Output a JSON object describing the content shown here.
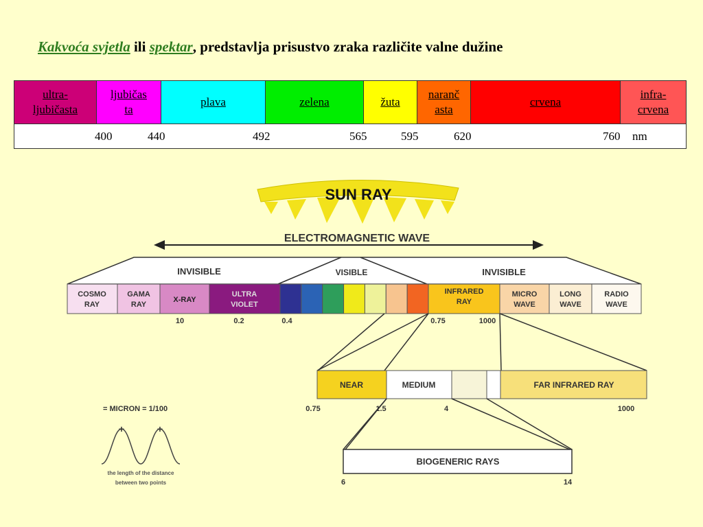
{
  "title": {
    "kw1": "Kakvoća svjetla",
    "mid1": " ili ",
    "kw2": "spektar",
    "rest": ", predstavlja prisustvo zraka različite valne dužine"
  },
  "spectrum_table": {
    "cells": [
      {
        "line1": "ultra-",
        "line2": "ljubičasta",
        "color": "#cc0077",
        "text_color": "#000000"
      },
      {
        "line1": "ljubičas",
        "line2": "ta",
        "color": "#ff00ff",
        "text_color": "#000000"
      },
      {
        "line1": "plava",
        "line2": "",
        "color": "#00ffff",
        "text_color": "#000000"
      },
      {
        "line1": "zelena",
        "line2": "",
        "color": "#00ee00",
        "text_color": "#000000"
      },
      {
        "line1": "žuta",
        "line2": "",
        "color": "#ffff00",
        "text_color": "#000000"
      },
      {
        "line1": "naranč",
        "line2": "asta",
        "color": "#ff6600",
        "text_color": "#000000"
      },
      {
        "line1": "crvena",
        "line2": "",
        "color": "#ff0000",
        "text_color": "#000000"
      },
      {
        "line1": "infra-",
        "line2": "crvena",
        "color": "#ff5555",
        "text_color": "#000000"
      }
    ],
    "wavelengths": [
      "400",
      "440",
      "492",
      "565",
      "595",
      "620",
      "760"
    ],
    "unit": "nm"
  },
  "diagram": {
    "sun_ray": "SUN RAY",
    "em_wave": "ELECTROMAGNETIC WAVE",
    "invisible_left": "INVISIBLE",
    "visible": "VISIBLE",
    "invisible_right": "INVISIBLE",
    "bands": {
      "cosmo1": "COSMO",
      "cosmo2": "RAY",
      "gama1": "GAMA",
      "gama2": "RAY",
      "xray": "X-RAY",
      "uv1": "ULTRA",
      "uv2": "VIOLET",
      "ir1": "INFRARED",
      "ir2": "RAY",
      "micro1": "MICRO",
      "micro2": "WAVE",
      "long1": "LONG",
      "long2": "WAVE",
      "radio1": "RADIO",
      "radio2": "WAVE"
    },
    "scale1": [
      "10",
      "0.2",
      "0.4",
      "0.75",
      "1000"
    ],
    "infrared_bands": {
      "near": "NEAR",
      "medium": "MEDIUM",
      "far": "FAR INFRARED RAY"
    },
    "scale2": [
      "0.75",
      "1.5",
      "4",
      "1000"
    ],
    "biogeneric": "BIOGENERIC RAYS",
    "scale3": [
      "6",
      "14"
    ],
    "micron": "= MICRON = 1/100",
    "wave_plus": "+",
    "wave_caption1": "the length of the distance",
    "wave_caption2": "between two points",
    "visible_colors": [
      "#2e3192",
      "#2b63b5",
      "#2e9e5b",
      "#f0ea1a",
      "#eef29a",
      "#f7c48f",
      "#f26522"
    ]
  }
}
